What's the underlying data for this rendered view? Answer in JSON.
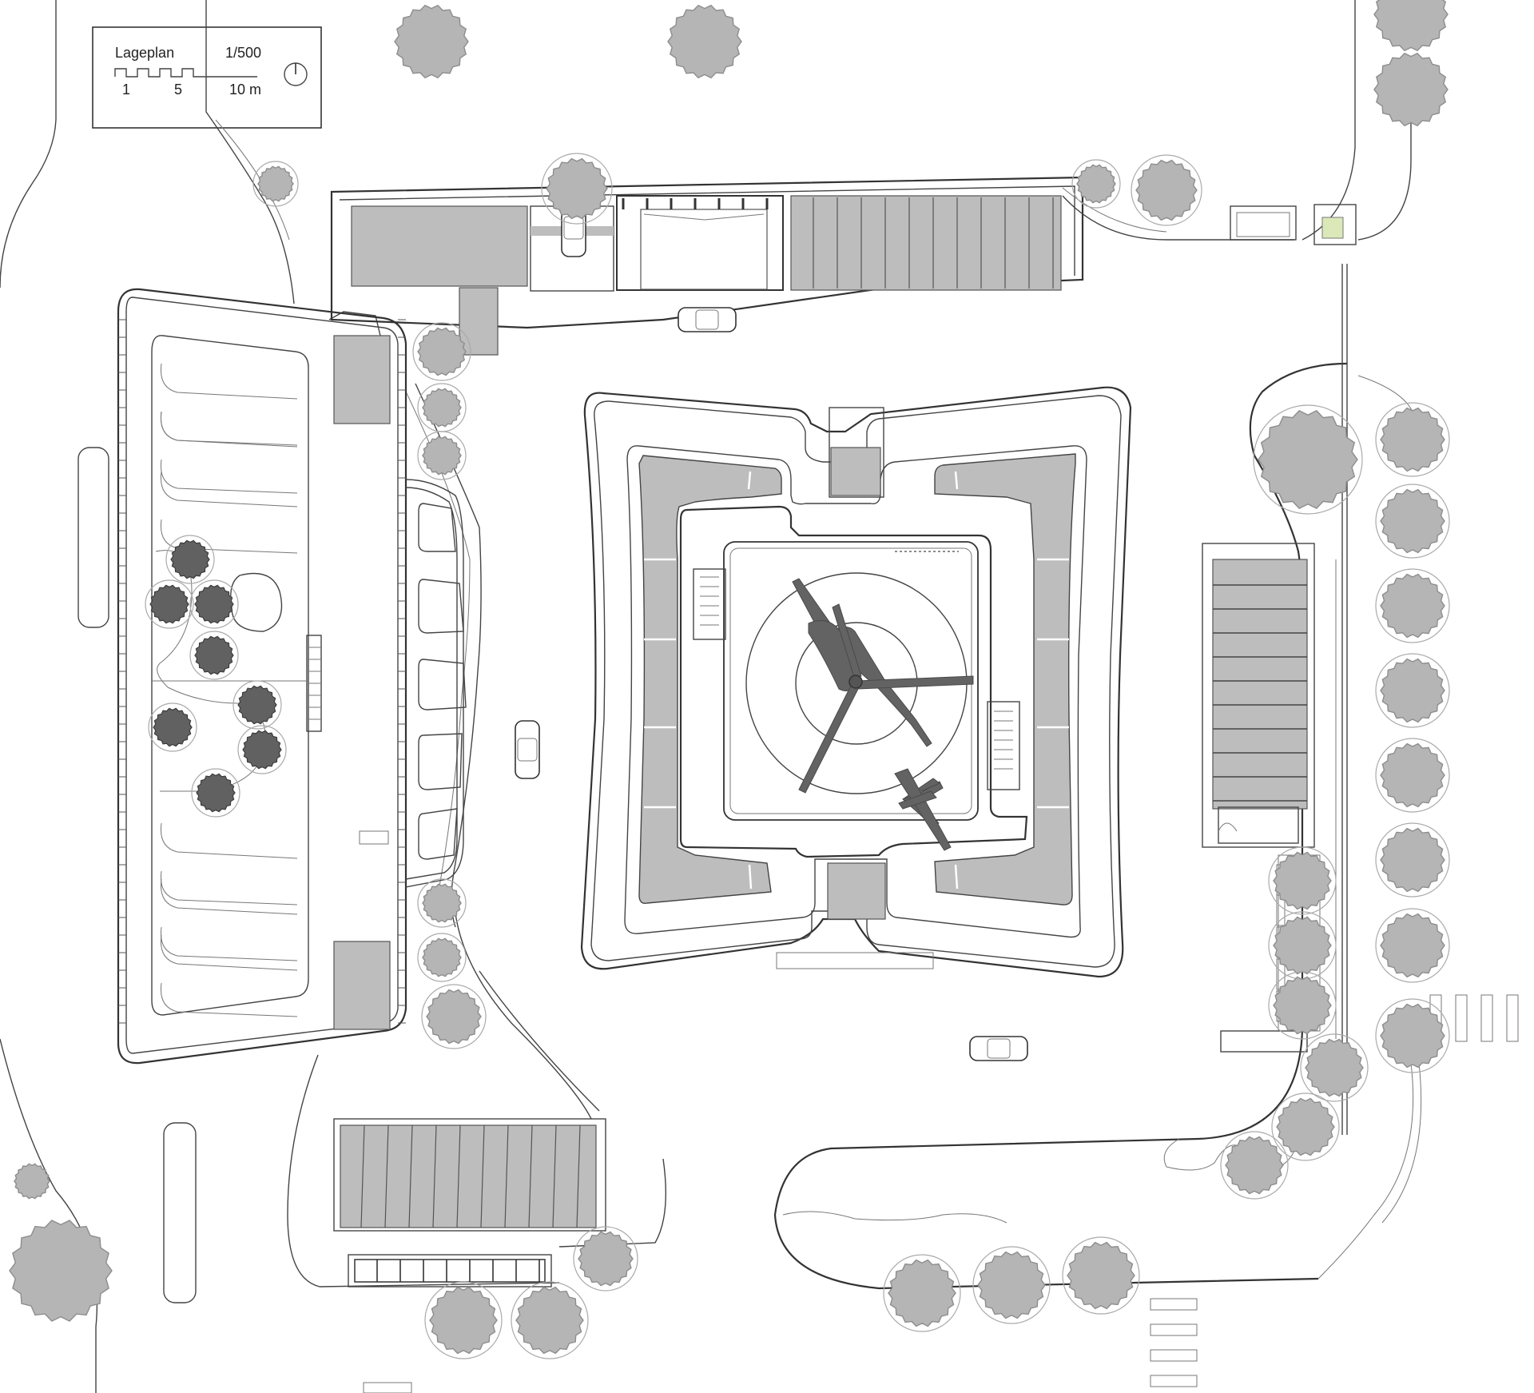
{
  "legend": {
    "title": "Lageplan",
    "scale": "1/500",
    "tick_1": "1",
    "tick_5": "5",
    "tick_10": "10 m"
  },
  "icons": [
    "north-arrow-icon",
    "helicopter-icon",
    "car-icon",
    "tree-icon"
  ],
  "colors": {
    "line": "#444444",
    "fill_grey": "#bdbdbd",
    "tree": "#b5b5b5",
    "tree_dark": "#616161",
    "helicopter": "#636363",
    "accent_green": "#dbe8b8"
  }
}
